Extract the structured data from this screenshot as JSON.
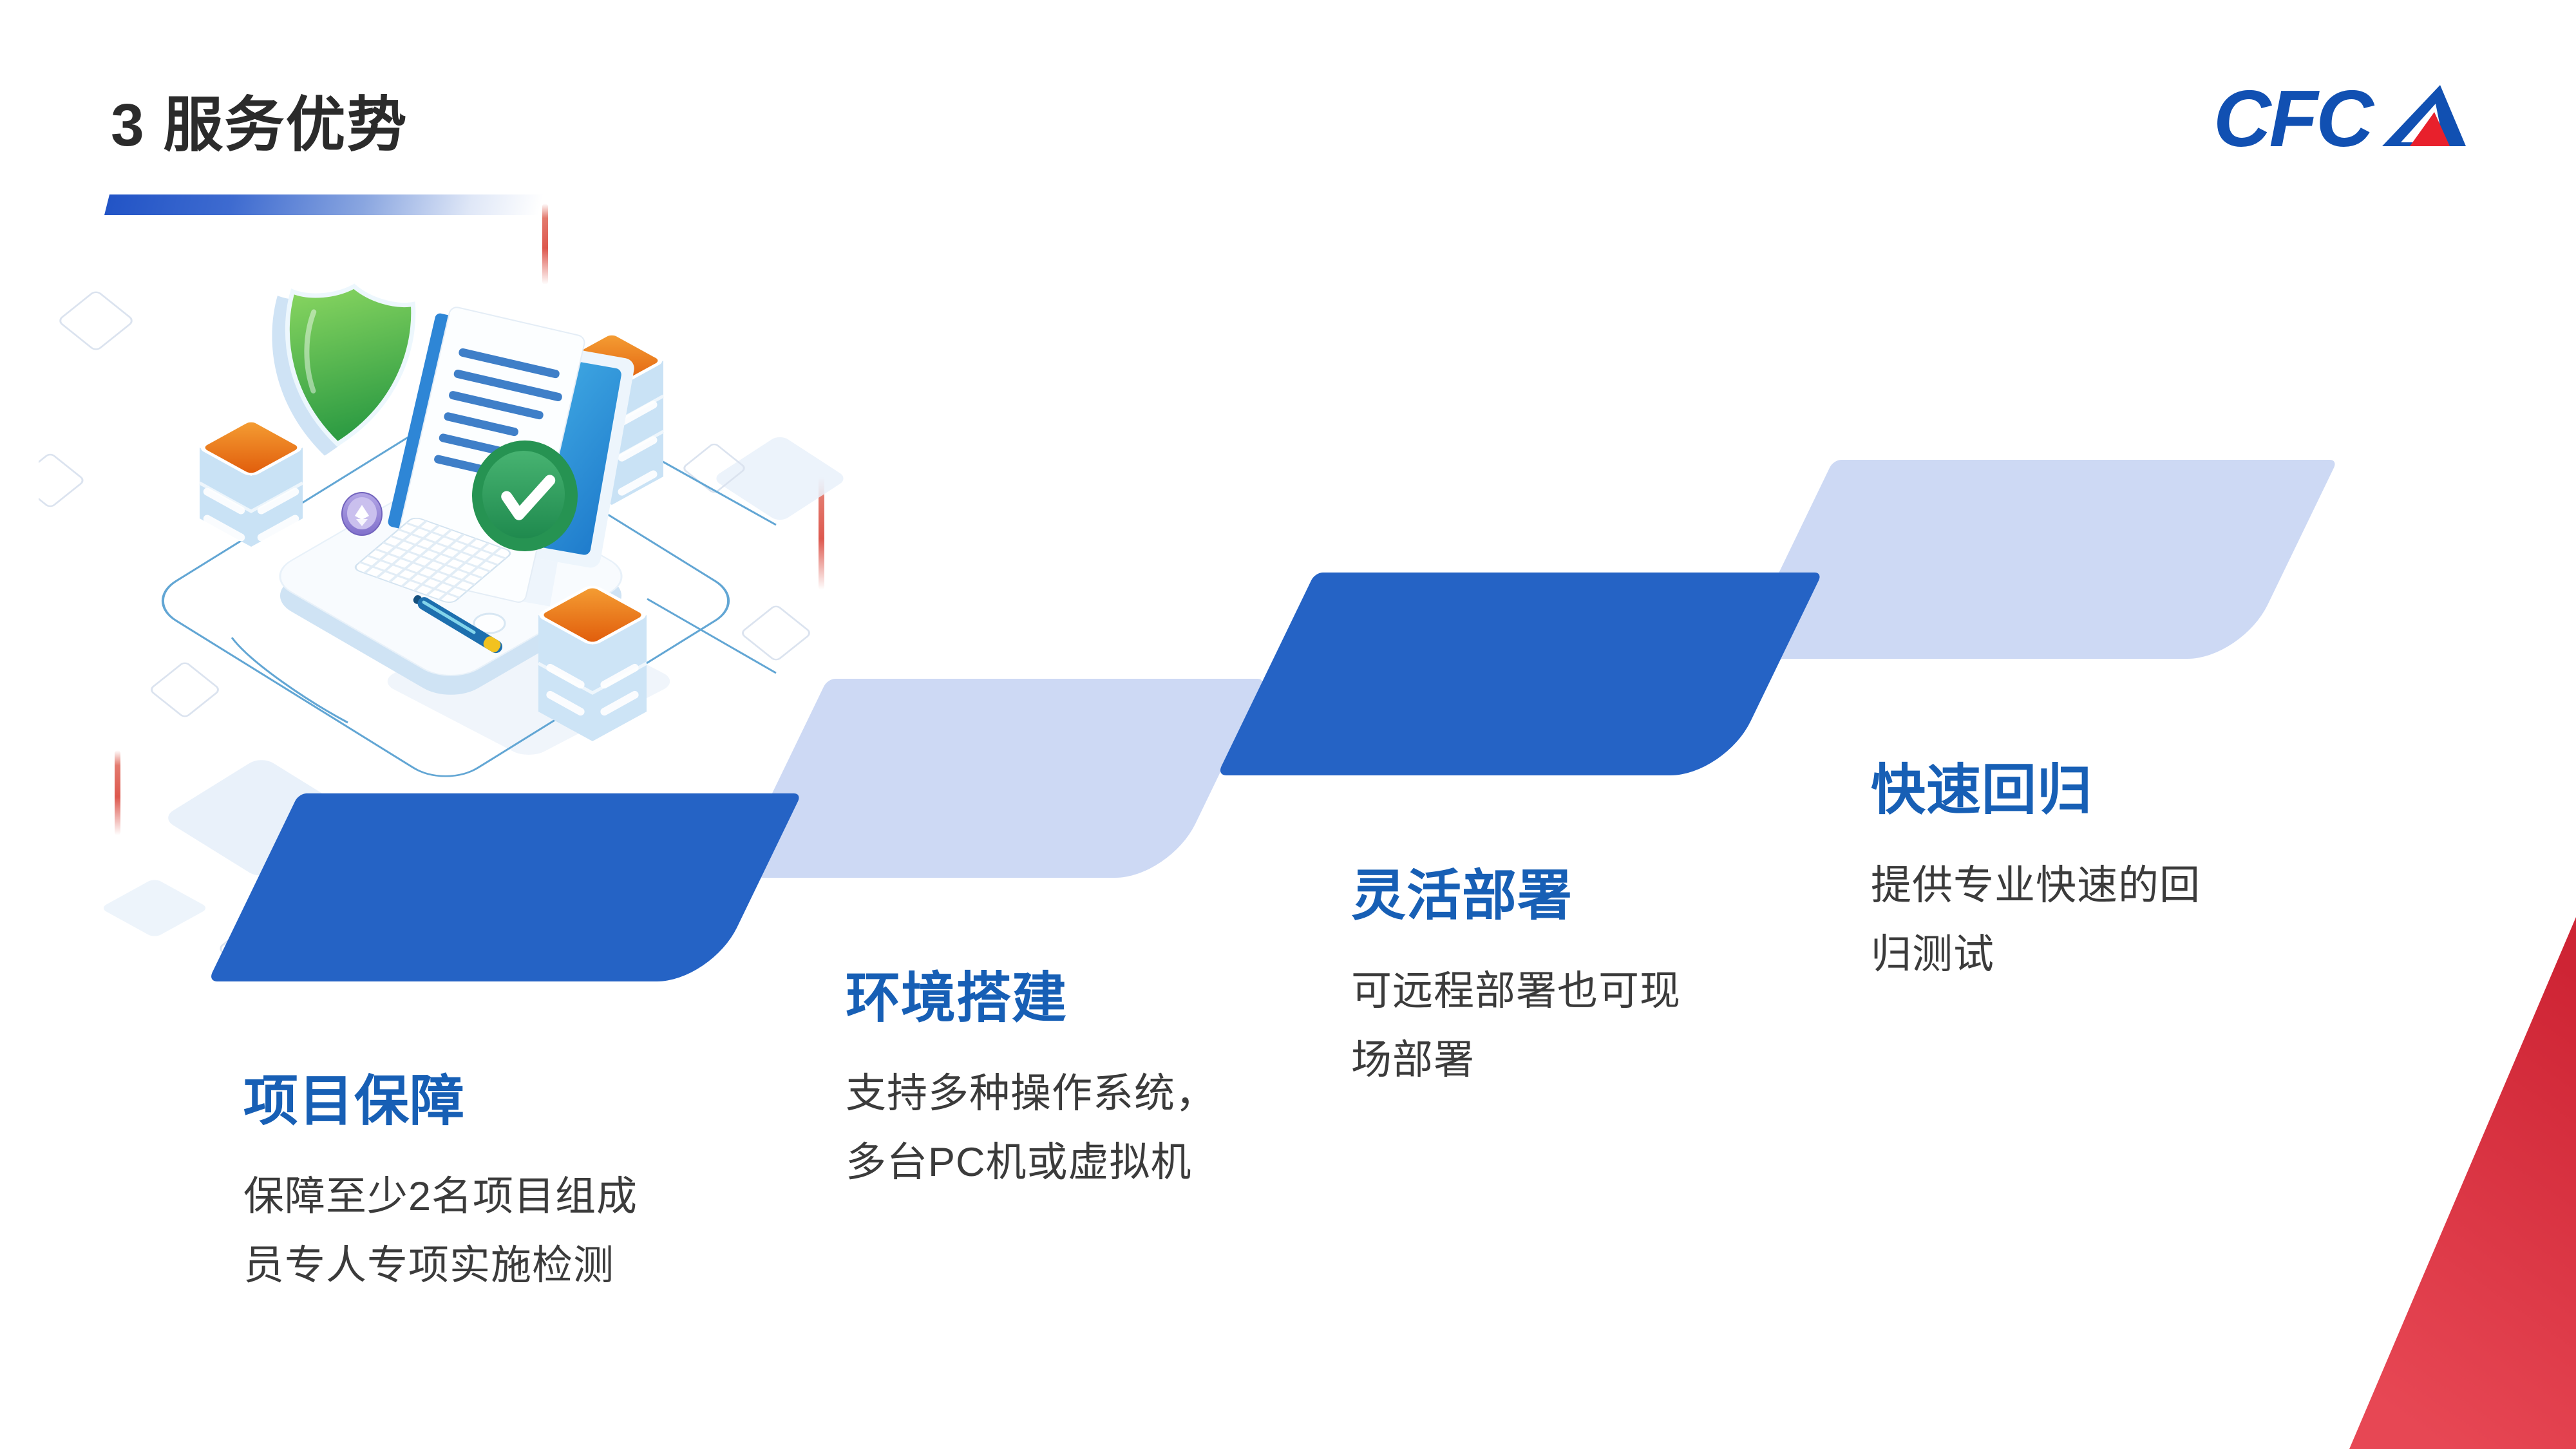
{
  "slide": {
    "title": "3 服务优势",
    "logo": {
      "cfc": "CFC",
      "full": "CFCA"
    }
  },
  "cards": [
    {
      "title": "项目保障",
      "line1": "保障至少2名项目组成",
      "line2": "员专人专项实施检测",
      "tone": "dark"
    },
    {
      "title": "环境搭建",
      "line1": "支持多种操作系统，",
      "line2": "多台PC机或虚拟机",
      "tone": "light"
    },
    {
      "title": "灵活部署",
      "line1": "可远程部署也可现",
      "line2": "场部署",
      "tone": "dark"
    },
    {
      "title": "快速回归",
      "line1": "提供专业快速的回",
      "line2": "归测试",
      "tone": "light"
    }
  ],
  "colors": {
    "card_dark": "#2563c5",
    "card_light": "#cdd9f4",
    "heading_blue": "#175fb5",
    "body_text": "#3b3b3b",
    "title_text": "#2b2b2b",
    "underline_blue": "#2254c6",
    "logo_blue": "#1150b2",
    "logo_red": "#e8202c",
    "corner_red": "#d32638",
    "server_orange": "#ec7714",
    "shield_green": "#3fae4f",
    "accent_dash_red": "#dd584e"
  },
  "illustration": {
    "parts": [
      "shield-icon",
      "document-icon",
      "monitor-icon",
      "keyboard-icon",
      "pen-icon",
      "mouse-icon",
      "check-circle-icon",
      "coin-icon",
      "server-stack-left-icon",
      "server-stack-right-icon",
      "server-stack-bottom-icon",
      "platform-icon",
      "diamond-outline-decoration",
      "red-accent-dashes"
    ]
  }
}
